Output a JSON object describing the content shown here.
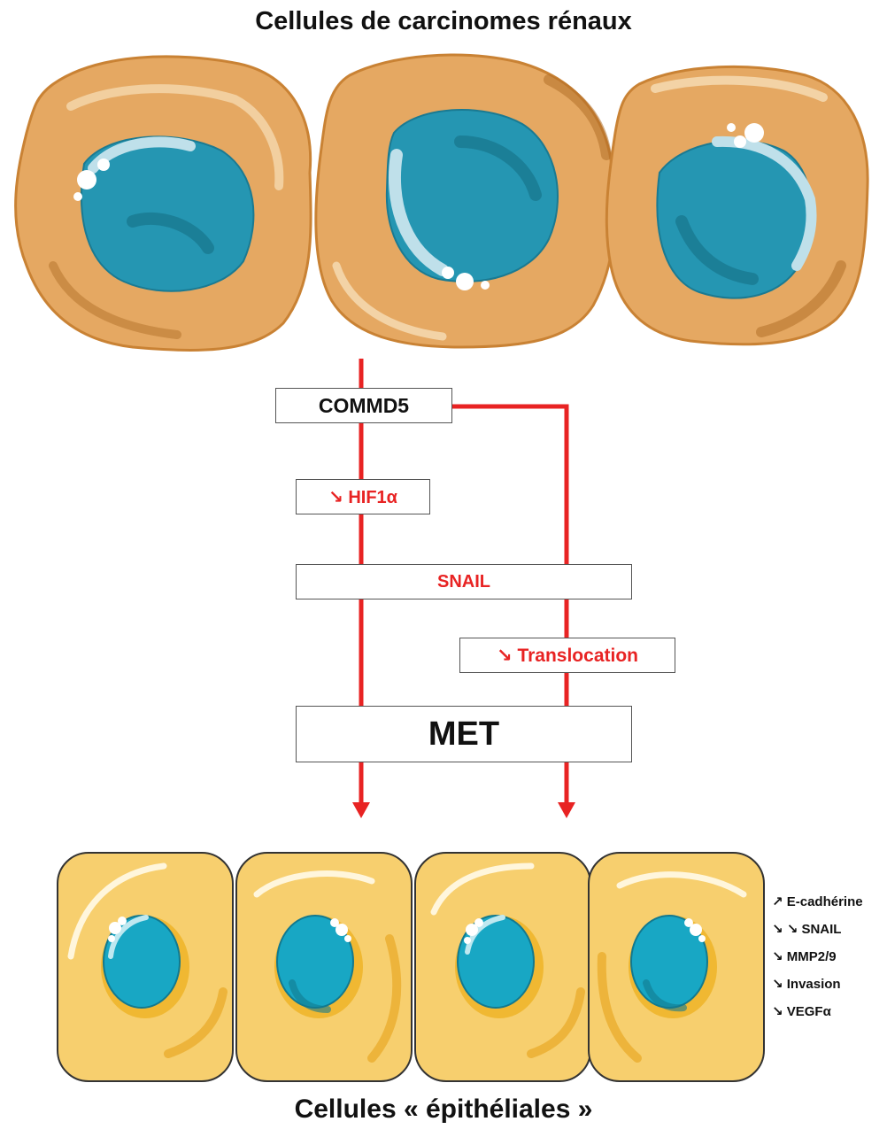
{
  "title_top": "Cellules de carcinomes rénaux",
  "title_bottom": "Cellules « épithéliales »",
  "nodes": {
    "commd5": "COMMD5",
    "hif1a": "↘ HIF1α",
    "snail": "SNAIL",
    "translocation": "↘ Translocation",
    "met": "MET"
  },
  "effects": [
    "↗ E-cadhérine",
    "↘ ↘ SNAIL",
    "↘ MMP2/9",
    "↘ Invasion",
    "↘ VEGFα"
  ],
  "colors": {
    "arrow": "#e82323",
    "cancer_cell": "#e5a862",
    "cancer_cell_edge": "#c98234",
    "nucleus": "#2596b2",
    "epithelial_cell": "#f7cf6e",
    "epithelial_edge": "#333333",
    "epithelial_nucleus": "#18a7c4"
  },
  "icons": [
    "cancer-cell-icon",
    "epithelial-cell-icon",
    "nucleus-icon"
  ]
}
